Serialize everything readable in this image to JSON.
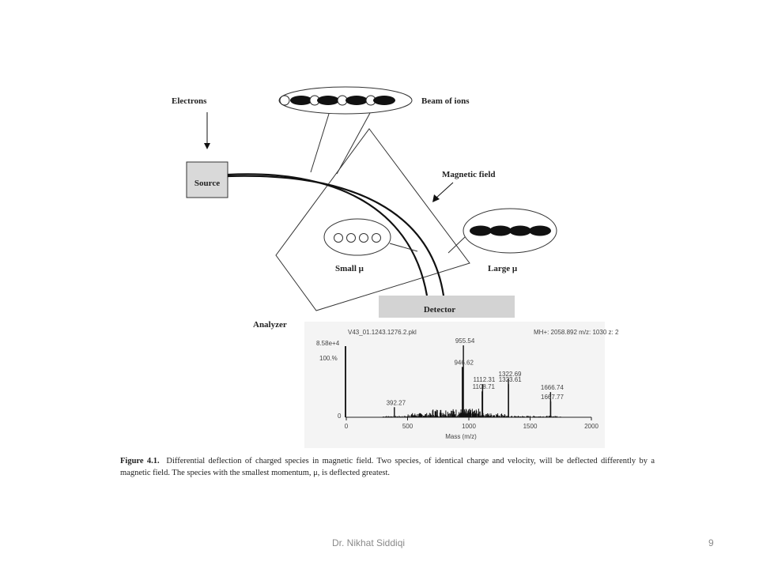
{
  "diagram": {
    "electrons_label": "Electrons",
    "beam_label": "Beam of ions",
    "source_label": "Source",
    "magnetic_label": "Magnetic field",
    "small_label": "Small μ",
    "large_label": "Large μ",
    "detector_label": "Detector",
    "analyzer_label": "Analyzer"
  },
  "spectrum": {
    "header": "V43_01.1243.1276.2.pkl",
    "header_right": "MH+: 2058.892  m/z: 1030  z: 2",
    "ymax_label": "8.58e+4",
    "yscale_label": "100.%",
    "y0_label": "0",
    "xlabel": "Mass (m/z)",
    "xticks": [
      "0",
      "500",
      "1000",
      "1500",
      "2000"
    ],
    "peak_labels": [
      {
        "text": "955.54",
        "mz": 955.54,
        "rel": 100
      },
      {
        "text": "946.62",
        "mz": 946.62,
        "rel": 70
      },
      {
        "text": "1112.31",
        "mz": 1112.31,
        "rel": 46
      },
      {
        "text": "1108.71",
        "mz": 1108.71,
        "rel": 36
      },
      {
        "text": "1322.69",
        "mz": 1322.69,
        "rel": 54
      },
      {
        "text": "1323.61",
        "mz": 1323.61,
        "rel": 46
      },
      {
        "text": "1666.74",
        "mz": 1666.74,
        "rel": 35
      },
      {
        "text": "1667.77",
        "mz": 1667.77,
        "rel": 22
      },
      {
        "text": "392.27",
        "mz": 392.27,
        "rel": 14
      }
    ]
  },
  "caption": {
    "figure_label": "Figure 4.1.",
    "text": "Differential deflection of charged species in magnetic field. Two species, of identical charge and velocity, will be deflected differently by a magnetic field. The species with the smallest momentum, μ, is deflected greatest."
  },
  "footer": {
    "author": "Dr. Nikhat Siddiqi",
    "page_number": "9"
  }
}
